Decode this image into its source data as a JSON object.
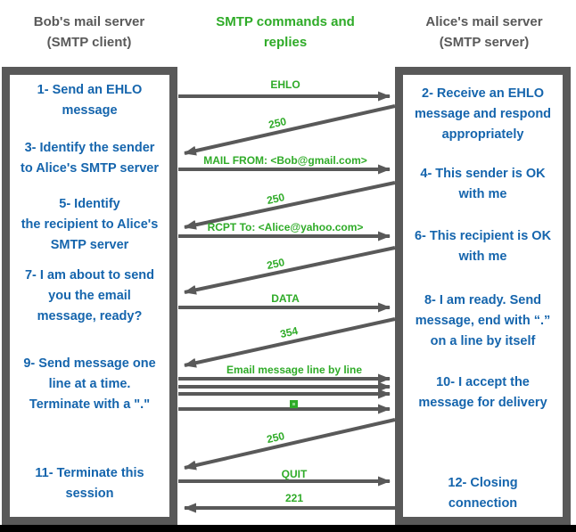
{
  "colors": {
    "gray": "#595959",
    "blue": "#1565AD",
    "green": "#2FAB28",
    "bottom_bar": "#000000"
  },
  "headers": {
    "client": [
      "Bob's mail server",
      "(SMTP client)"
    ],
    "center": [
      "SMTP commands and",
      "replies"
    ],
    "server": [
      "Alice's mail server",
      "(SMTP server)"
    ]
  },
  "client_box": {
    "steps": [
      {
        "id": "step-1",
        "lines": [
          "1- Send an EHLO",
          "message"
        ]
      },
      {
        "id": "step-3",
        "lines": [
          "3- Identify the sender",
          "to Alice's SMTP server"
        ]
      },
      {
        "id": "step-5",
        "lines": [
          "5- Identify",
          "the recipient to Alice's",
          "SMTP server"
        ]
      },
      {
        "id": "step-7",
        "lines": [
          "7- I am about to send",
          "you the email",
          "message, ready?"
        ]
      },
      {
        "id": "step-9",
        "lines": [
          "9- Send message one",
          "line at a time.",
          "Terminate with a \".\""
        ]
      },
      {
        "id": "step-11",
        "lines": [
          "11- Terminate this",
          "session"
        ]
      }
    ]
  },
  "server_box": {
    "steps": [
      {
        "id": "step-2",
        "lines": [
          "2- Receive an EHLO",
          "message and respond",
          "appropriately"
        ]
      },
      {
        "id": "step-4",
        "lines": [
          "4- This sender is OK",
          "with me"
        ]
      },
      {
        "id": "step-6",
        "lines": [
          "6- This recipient is OK",
          "with me"
        ]
      },
      {
        "id": "step-8",
        "lines": [
          "8-  I am ready. Send",
          "message, end with “.”",
          "on a line by itself"
        ]
      },
      {
        "id": "step-10",
        "lines": [
          "10-  I accept the",
          "message for delivery"
        ]
      },
      {
        "id": "step-12",
        "lines": [
          "12-  Closing",
          "connection"
        ]
      }
    ]
  },
  "messages": {
    "ehlo": "EHLO",
    "reply_250_a": "250",
    "mail_from": "MAIL FROM: <Bob@gmail.com>",
    "reply_250_b": "250",
    "rcpt_to": "RCPT To: <Alice@yahoo.com>",
    "reply_250_c": "250",
    "data": "DATA",
    "reply_354": "354",
    "email_lines": "Email message line by line",
    "reply_250_d": "250",
    "quit": "QUIT",
    "reply_221": "221"
  }
}
